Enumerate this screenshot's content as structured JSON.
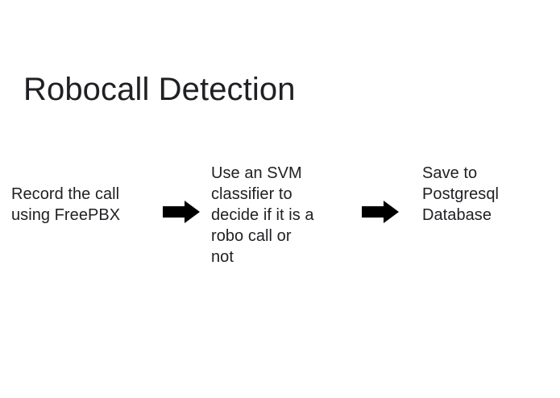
{
  "slide": {
    "title": "Robocall Detection",
    "background_color": "#ffffff",
    "text_color": "#202124",
    "arrow_color": "#000000",
    "steps": [
      {
        "name": "record-call",
        "lines": [
          "Record the call",
          "using FreePBX"
        ],
        "text": "Record the call using FreePBX"
      },
      {
        "name": "svm-classifier",
        "lines": [
          "Use an SVM",
          "classifier to",
          "decide if it is a",
          "robo call or",
          "not"
        ],
        "text": "Use an SVM classifier to decide if it is a robo call or not"
      },
      {
        "name": "save-database",
        "lines": [
          "Save to",
          "Postgresql",
          "Database"
        ],
        "text": "Save to Postgresql Database"
      }
    ],
    "connectors": [
      {
        "name": "arrow-1",
        "icon": "arrow-right-icon",
        "direction": "right"
      },
      {
        "name": "arrow-2",
        "icon": "arrow-right-icon",
        "direction": "right"
      }
    ]
  }
}
